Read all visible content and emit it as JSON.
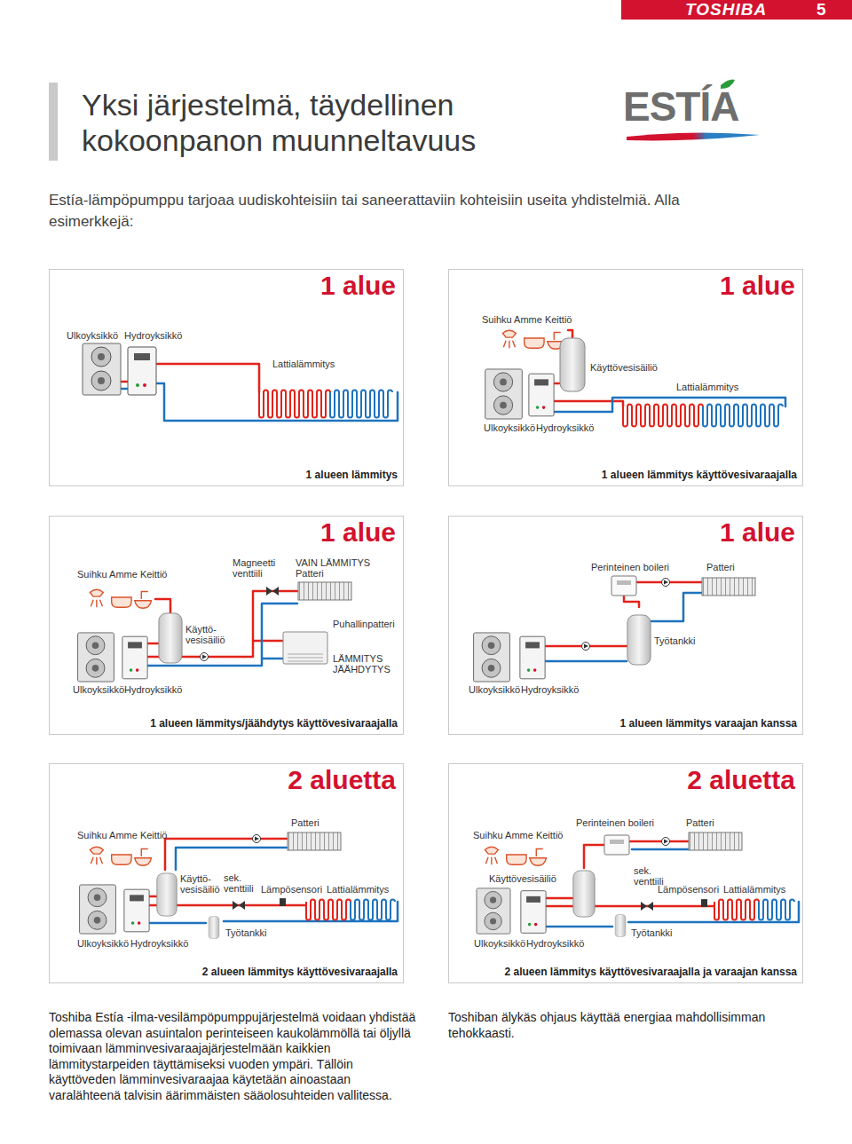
{
  "diagram": {
    "title": "Yksi järjestelmä, täydellinen kokoonpanon muunneltavuus",
    "nodes": [
      {
        "text": [
          "1 alue",
          "1 alueen lämmitys"
        ]
      },
      {
        "text": [
          "1 alue",
          "1 alueen lämmitys käyttövesivaraajalla"
        ]
      },
      {
        "text": [
          "1 alue",
          "1 alueen lämmitys/jäähdytys käyttövesivaraajalla"
        ]
      },
      {
        "text": [
          "1 alue",
          "1 alueen lämmitys varaajan kanssa"
        ]
      },
      {
        "text": [
          "2 aluetta",
          "2 alueen lämmitys käyttövesivaraajalla"
        ]
      },
      {
        "text": [
          "2 aluetta",
          "2 alueen lämmitys käyttövesivaraajalla ja varaajan kanssa"
        ]
      }
    ],
    "labels": [
      "TOSHIBA",
      "5",
      "ESTÍA",
      "Estía-lämpöpumppu tarjoaa uudiskohteisiin tai saneerattaviin kohteisiin useita yhdistelmiä. Alla esimerkkejä:",
      "Ulkoyksikkö",
      "Hydroyksikkö",
      "Lattialämmitys",
      "Suihku Amme Keittiö",
      "Käyttövesisäiliö",
      "Lattialämmitys",
      "Ulkoyksikkö",
      "Hydroyksikkö",
      "Suihku Amme Keittiö",
      "Magneetti venttiili",
      "VAIN LÄMMITYS",
      "Patteri",
      "Käyttö- vesisäiliö",
      "Puhallinpatteri",
      "LÄMMITYS JÄÄHDYTYS",
      "Ulkoyksikkö",
      "Hydroyksikkö",
      "Perinteinen boileri",
      "Patteri",
      "Työtankki",
      "Ulkoyksikkö",
      "Hydroyksikkö",
      "Suihku Amme Keittiö",
      "Patteri",
      "Käyttö- vesisäiliö",
      "sek. venttiili",
      "Lämpösensori",
      "Lattialämmitys",
      "Työtankki",
      "Ulkoyksikkö",
      "Hydroyksikkö",
      "Suihku Amme Keittiö",
      "Perinteinen boileri",
      "Patteri",
      "Käyttövesisäiliö",
      "sek. venttiili",
      "Lämpösensori",
      "Lattialämmitys",
      "Työtankki",
      "Ulkoyksikkö",
      "Hydroyksikkö",
      "Toshiba Estía -ilma-vesilämpöpumppujärjestelmä voidaan yhdistää olemassa olevan asuintalon perinteiseen kaukolämmöllä tai öljyllä toimivaan lämminvesivaraajajärjestelmään kaikkien lämmitystarpeiden täyttämiseksi vuoden ympäri. Tällöin käyttöveden lämminvesivaraajaa käytetään ainoastaan varalähteenä talvisin äärimmäisten sääolosuhteiden vallitessa.",
      "Toshiban älykäs ohjaus käyttää energiaa mahdollisimman tehokkaasti."
    ]
  }
}
